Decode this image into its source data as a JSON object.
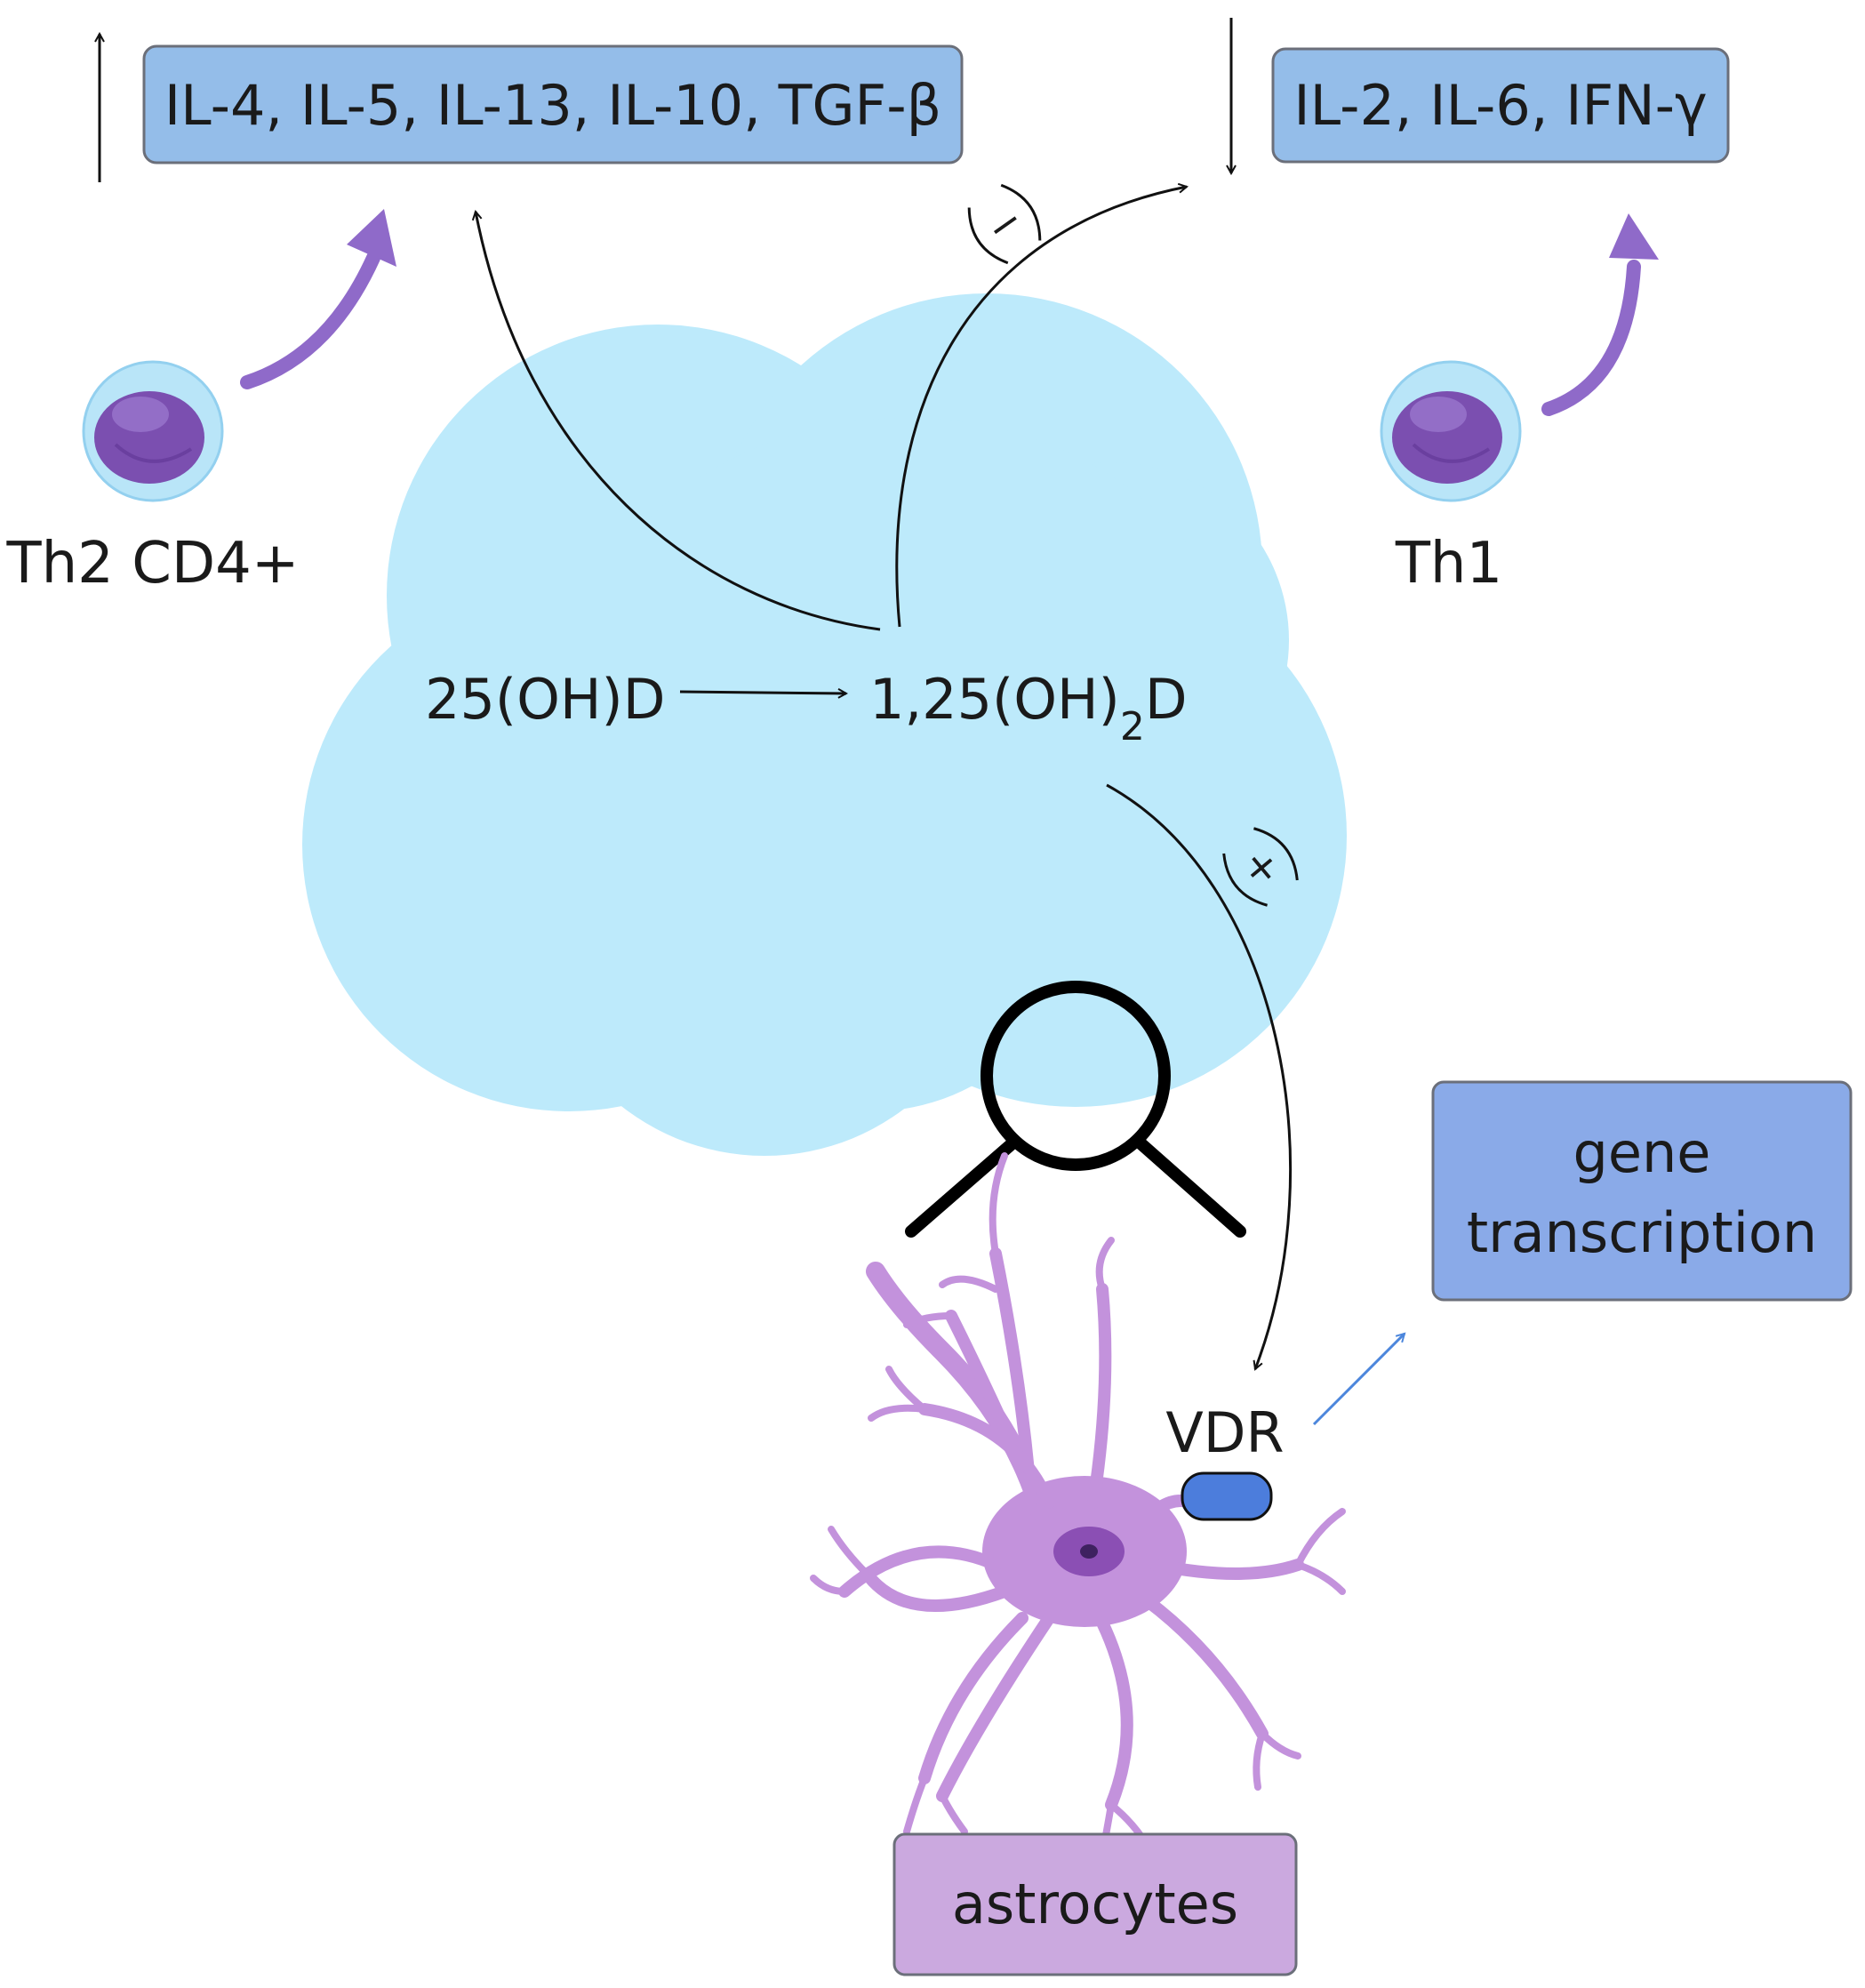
{
  "boxes": {
    "th2_cytokines": "IL-4, IL-5, IL-13, IL-10, TGF-β",
    "th1_cytokines": "IL-2, IL-6, IFN-γ",
    "gene_transcription_line1": "gene",
    "gene_transcription_line2": "transcription",
    "astrocytes": "astrocytes"
  },
  "labels": {
    "th2_cell": "Th2 CD4+",
    "th1_cell": "Th1",
    "precursor": "25(OH)D",
    "active_prefix": "1,25(OH)",
    "active_subscript": "2",
    "active_suffix": "D",
    "receptor": "VDR",
    "inhibit_sign": "−",
    "promote_sign": "+"
  },
  "arrows": {
    "th2_trend": "up",
    "th1_trend": "down"
  },
  "icons": [
    "cell-icon",
    "cloud-icon",
    "magnifier-icon",
    "astrocyte-icon",
    "receptor-icon"
  ],
  "colors": {
    "cytokine_box": "#94bde9",
    "gene_box": "#8aaae8",
    "astrocyte_box": "#cba9df",
    "cloud": "#bdeafb",
    "cell_outer": "#b9e5f8",
    "nucleus": "#7b4fb0",
    "astrocyte_body": "#c392dc",
    "receptor": "#4c7ddc",
    "curved_arrow_purple": "#8f6ac9",
    "blue_arrow": "#4c86dc"
  }
}
